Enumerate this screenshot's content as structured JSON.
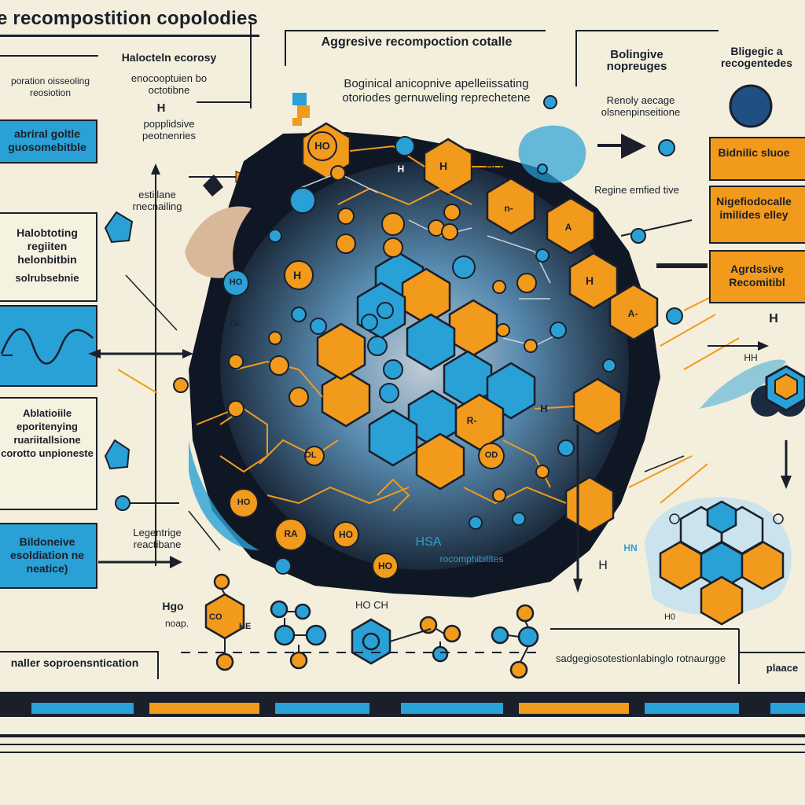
{
  "header": {
    "title": "e recompostition copolodies",
    "top_center_label": "Aggresive recompoction cotalle"
  },
  "left_column": {
    "intro_text": "poration oisseoling reosiotion",
    "boxes": [
      {
        "label": "abriral goltle guosomebitble"
      },
      {
        "label": "Halobtoting regiiten helonbitbin"
      },
      {
        "label": "solrubsebnie"
      },
      {
        "label": "Ablatioiile eporitenying ruariitallsione corotto unpioneste"
      },
      {
        "label": "Bildoneive esoldiation ne neatice)"
      }
    ],
    "footer_label": "naller soproensntication"
  },
  "second_column": {
    "top_text_1": "Halocteln ecorosy",
    "top_text_2": "enocooptuien bo octotibne",
    "top_text_3": "H",
    "top_text_4": "popplidsive peotnenries",
    "mid_text": "estillane rnecnailing",
    "bottom_text": "Legentrige reactibane"
  },
  "center": {
    "subtitle": "Boginical anicopnive apelleiissating otoriodes gernuweling reprechetene",
    "labels": [
      "HO",
      "H",
      "HO",
      "H",
      "n-",
      "A",
      "H",
      "A-",
      "HO",
      "OL",
      "H",
      "R-",
      "RA",
      "HO",
      "HO",
      "OD",
      "HO",
      "OL",
      "H"
    ],
    "hsa_label": "HSA",
    "hsa_sub": "rocomphibitites"
  },
  "right_column": {
    "heading_a": "Bolingive nopreuges",
    "heading_b": "Bligegic a recogentedes",
    "renoly_text": "Renoly aecage olsnenpinseitione",
    "regime_text": "Regine emfied tive",
    "orange_boxes": [
      {
        "label": "Bidnilic sluoe"
      },
      {
        "label": "Nigefiodocalle imilides elley"
      },
      {
        "label": "Agrdssive Recomitibl"
      }
    ],
    "h_label": "H",
    "h_label2": "HH"
  },
  "bottom_row": {
    "hgo": "Hgo",
    "noap": "noap.",
    "hochs": "HO CH",
    "mid_caption": "sadgegiosotestionlabinglo rotnaurgge",
    "right_caption": "plaace",
    "h_text": "H",
    "hn_text": "HN",
    "h0_text": "H0"
  },
  "colors": {
    "orange": "#f29a1c",
    "blue": "#2aa1d6",
    "navy": "#1a1f2b",
    "cream": "#f3efdc"
  }
}
